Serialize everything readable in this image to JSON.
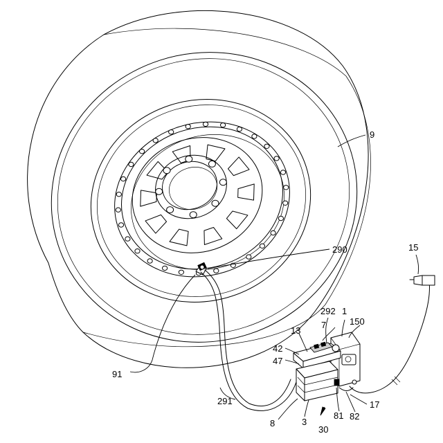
{
  "figure": {
    "labels": {
      "tire": "9",
      "valve_stem": "91",
      "valve_connector": "290",
      "hose": "291",
      "hose_fitting": "292",
      "power_plug": "15",
      "housing": "1",
      "cover": "150",
      "part_13": "13",
      "part_7": "7",
      "part_42": "42",
      "part_47": "47",
      "cable": "17",
      "part_8": "8",
      "part_3": "3",
      "part_81": "81",
      "part_82": "82",
      "assembly": "30"
    }
  }
}
